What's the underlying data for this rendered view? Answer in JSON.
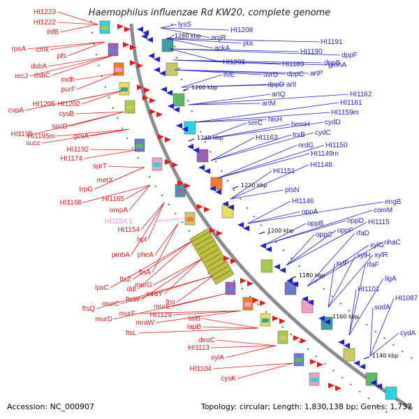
{
  "title": "Haemophilus influenzae Rd KW20, complete genome",
  "footer": {
    "accession": "Accession: NC_000907",
    "topology": "Topology: circular; Length: 1,830,138 bp; Genes: 1,737"
  },
  "colors": {
    "forward_strand": "#e31a1c",
    "reverse_strand": "#1f1fc8",
    "pseudogene": "#ff88cc",
    "backbone": "#8c8c8c"
  },
  "ticks": [
    "1280 kbp",
    "1260 kbp",
    "1240 kbp",
    "1220 kbp",
    "1200 kbp",
    "1180 kbp",
    "1160 kbp",
    "1140 kbp"
  ],
  "left_genes": [
    "HI1223",
    "HI1222",
    "ihfB",
    "rpsA",
    "cmk",
    "pfs",
    "dsbA",
    "recJ",
    "dsbC",
    "mdh",
    "purF",
    "cvpA",
    "HI1205",
    "HI1202",
    "cysB",
    "HI1199",
    "sucD",
    "succ",
    "HI1195m",
    "gcvA",
    "HI1192",
    "HI1174",
    "sprT",
    "metX",
    "trpG",
    "HI1165",
    "HI1168",
    "ompA",
    "HI1154",
    "hpt",
    "pmbA",
    "pheA",
    "ftsA",
    "ftsZ",
    "lpxC",
    "ddl",
    "murG",
    "ftsW",
    "mraY",
    "ftsQ",
    "murC",
    "ftsI",
    "murE",
    "murD",
    "murF",
    "HI1129",
    "mraW",
    "ftsL",
    "talB",
    "lapB",
    "deoC",
    "HI1113",
    "xylA",
    "HI1104",
    "cysK"
  ],
  "right_genes": [
    "lysS",
    "HI1208",
    "argR",
    "pta",
    "ackA",
    "HI1191",
    "HI1190",
    "dppF",
    "HI1201",
    "dppB",
    "HI1189",
    "gmhA",
    "uvrD",
    "dppC",
    "artP",
    "ilvE",
    "artI",
    "dppD",
    "artQ",
    "artM",
    "HI1162",
    "HI1161",
    "HI1159m",
    "hisH",
    "serC",
    "cydD",
    "hemH",
    "cydC",
    "trxB",
    "HI1163",
    "HI1150",
    "nrdG",
    "HI1149m",
    "HI1148",
    "HI1151",
    "ptsN",
    "HI1146",
    "oppA",
    "engB",
    "comM",
    "oppD",
    "oppB",
    "HI1115",
    "oppF",
    "oppC",
    "rfaD",
    "xylG",
    "nhaC",
    "xylH",
    "xylR",
    "xylF",
    "rfaF",
    "ligA",
    "HI1101",
    "HI1087",
    "sodA",
    "cydA"
  ],
  "pseudo_genes": [
    "HI1154.1"
  ]
}
